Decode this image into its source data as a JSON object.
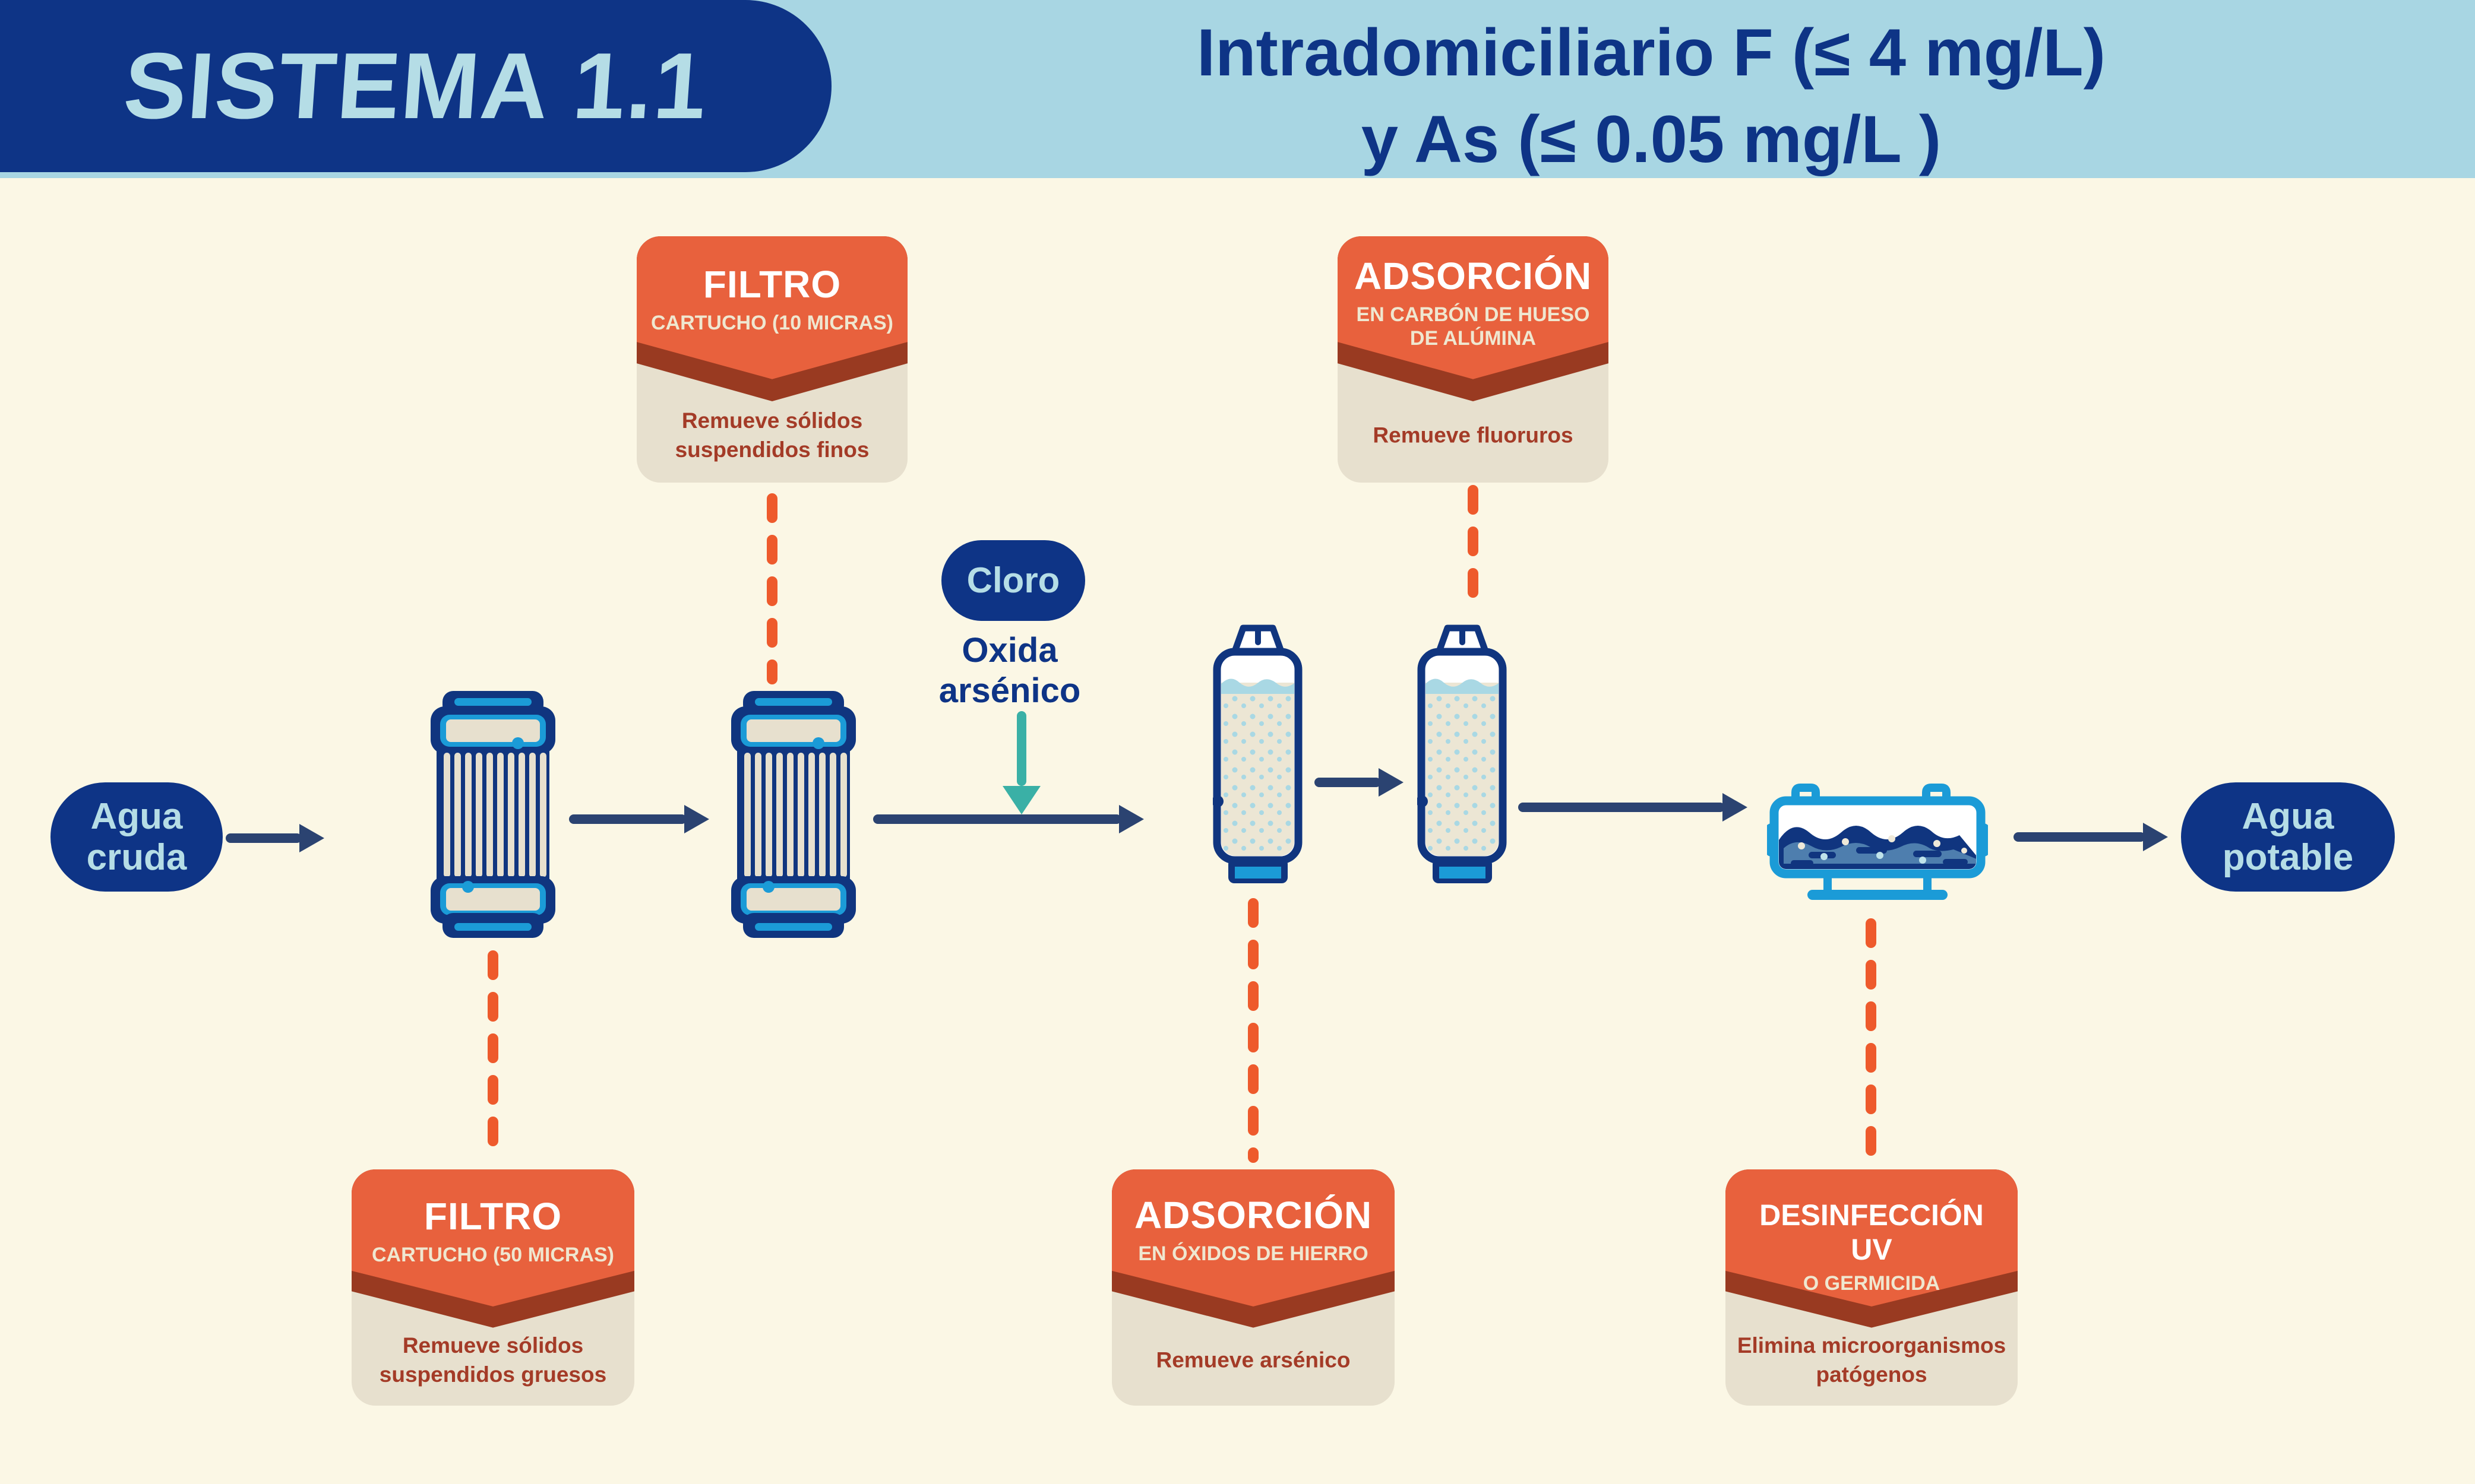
{
  "header": {
    "badge": "SISTEMA 1.1",
    "title_line1": "Intradomiciliario F (≤ 4 mg/L)",
    "title_line2": "y As (≤ 0.05 mg/L )"
  },
  "flow": {
    "source_line1": "Agua",
    "source_line2": "cruda",
    "sink_line1": "Agua",
    "sink_line2": "potable",
    "chlorine_label": "Cloro",
    "chlorine_note_line1": "Oxida",
    "chlorine_note_line2": "arsénico"
  },
  "callouts": {
    "filtro10": {
      "title": "FILTRO",
      "subtitle": "CARTUCHO (10 MICRAS)",
      "body": "Remueve sólidos suspendidos finos"
    },
    "alumina": {
      "title": "ADSORCIÓN",
      "subtitle": "EN CARBÓN DE HUESO DE ALÚMINA",
      "body": "Remueve fluoruros"
    },
    "filtro50": {
      "title": "FILTRO",
      "subtitle": "CARTUCHO (50 MICRAS)",
      "body": "Remueve sólidos suspendidos gruesos"
    },
    "hierro": {
      "title": "ADSORCIÓN",
      "subtitle": "EN ÓXIDOS DE HIERRO",
      "body": "Remueve arsénico"
    },
    "uv": {
      "title": "DESINFECCIÓN UV",
      "subtitle": "O  GERMICIDA",
      "body": "Elimina microorganismos patógenos"
    }
  },
  "colors": {
    "navy": "#0E3486",
    "header_blue": "#A8D6E3",
    "light_blue_text": "#B5DDE6",
    "cream_bg": "#FBF7E5",
    "orange": "#E8613D",
    "dark_rust": "#993A21",
    "beige": "#E7E0CE",
    "body_red": "#A43B27",
    "dash_orange": "#EE5A2C",
    "cyan": "#1B9BD7",
    "arrow_navy": "#2B4371",
    "teal": "#3AB0A6"
  }
}
